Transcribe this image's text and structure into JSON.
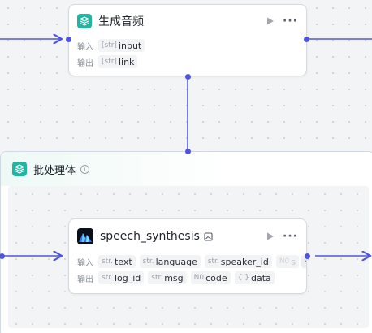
{
  "top_node": {
    "title": "生成音频",
    "icon": "layers-icon",
    "input_label": "输入",
    "output_label": "输出",
    "inputs": [
      {
        "type": "[str]",
        "name": "input"
      }
    ],
    "outputs": [
      {
        "type": "[str]",
        "name": "link"
      }
    ]
  },
  "batch_group": {
    "title": "批处理体",
    "icon": "layers-icon",
    "info_icon": "i"
  },
  "speech_node": {
    "title": "speech_synthesis",
    "icon": "volcano-logo-icon",
    "badge_icon": "gallery-icon",
    "input_label": "输入",
    "output_label": "输出",
    "inputs": [
      {
        "type": "str.",
        "name": "text"
      },
      {
        "type": "str.",
        "name": "language"
      },
      {
        "type": "str.",
        "name": "speaker_id"
      },
      {
        "type": "N0",
        "name": "s"
      }
    ],
    "more_label": "···",
    "outputs": [
      {
        "type": "str.",
        "name": "log_id"
      },
      {
        "type": "str.",
        "name": "msg"
      },
      {
        "type": "N0",
        "name": "code"
      },
      {
        "type": "{ }",
        "name": "data"
      }
    ]
  },
  "colors": {
    "wire": "#4f54e0",
    "accent_teal": "#1fb5a0"
  }
}
